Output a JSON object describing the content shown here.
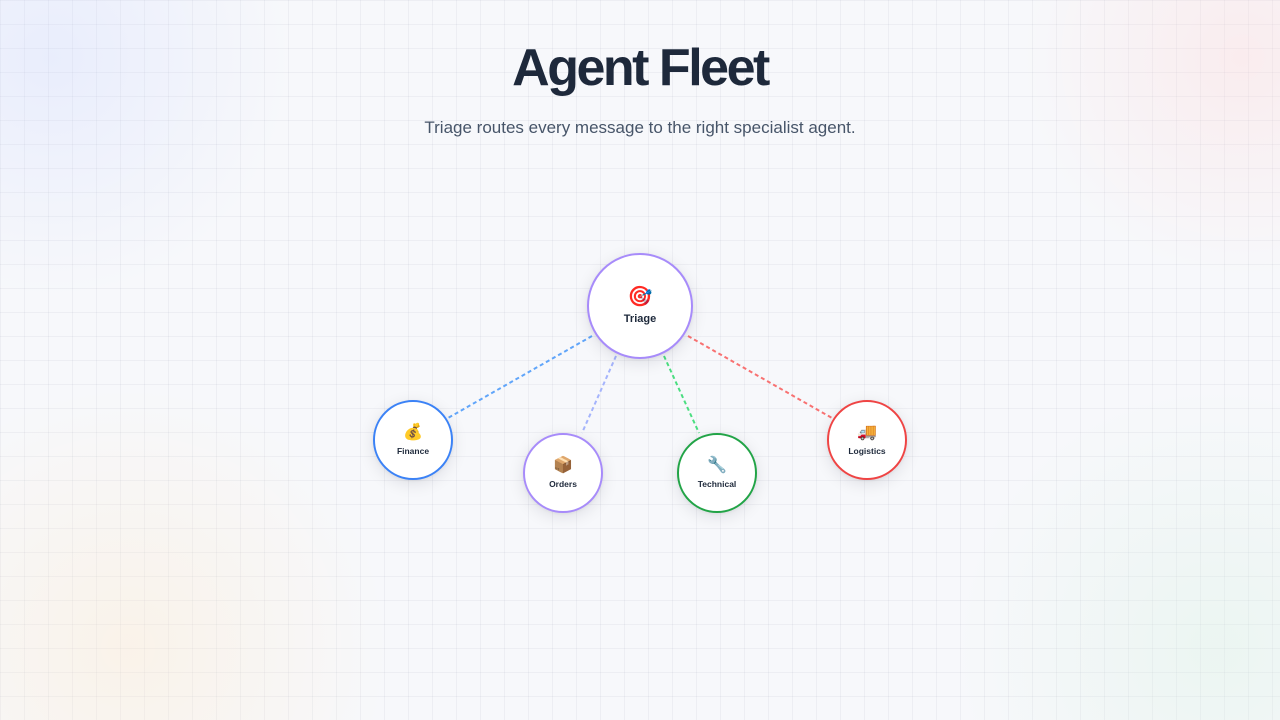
{
  "header": {
    "title": "Agent Fleet",
    "subtitle": "Triage routes every message to the right specialist agent."
  },
  "diagram": {
    "root": {
      "id": "triage",
      "label": "Triage",
      "icon": "🎯",
      "icon_name": "target-icon",
      "color": "#a78bfa"
    },
    "agents": [
      {
        "id": "finance",
        "label": "Finance",
        "icon": "💰",
        "icon_name": "money-bag-icon",
        "color": "#3b82f6"
      },
      {
        "id": "orders",
        "label": "Orders",
        "icon": "📦",
        "icon_name": "package-icon",
        "color": "#a78bfa"
      },
      {
        "id": "technical",
        "label": "Technical",
        "icon": "🔧",
        "icon_name": "wrench-icon",
        "color": "#22a447"
      },
      {
        "id": "logistics",
        "label": "Logistics",
        "icon": "🚚",
        "icon_name": "truck-icon",
        "color": "#ef4444"
      }
    ],
    "edges": [
      {
        "from": "triage",
        "to": "finance",
        "color": "#60a5fa"
      },
      {
        "from": "triage",
        "to": "orders",
        "color": "#a5b4fc"
      },
      {
        "from": "triage",
        "to": "technical",
        "color": "#4ade80"
      },
      {
        "from": "triage",
        "to": "logistics",
        "color": "#f87171"
      }
    ]
  }
}
